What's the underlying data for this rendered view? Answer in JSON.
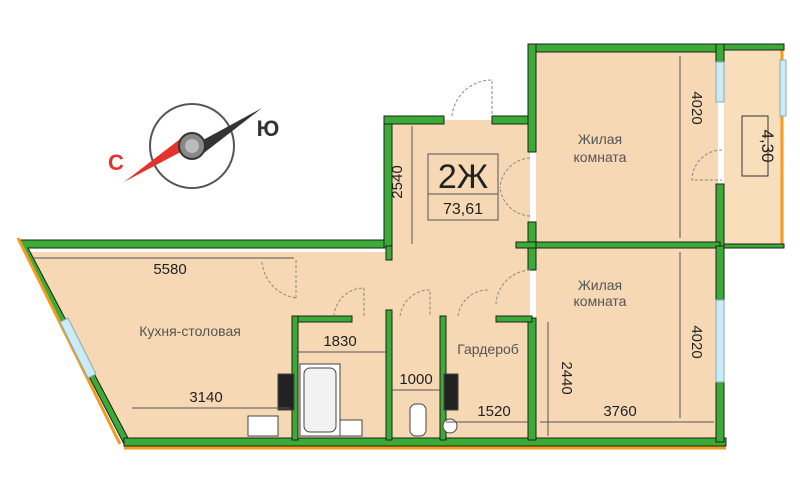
{
  "compass": {
    "south_label": "С",
    "north_label": "Ю",
    "south_color": "#e5322d",
    "north_color": "#333333"
  },
  "apartment": {
    "type": "2Ж",
    "area": "73,61"
  },
  "rooms": {
    "kitchen": "Кухня-столовая",
    "living_1": [
      "Жилая",
      "комната"
    ],
    "living_2": [
      "Жилая",
      "комната"
    ],
    "wardrobe": "Гардероб",
    "balcony_area": "4,30"
  },
  "dimensions": {
    "kitchen_width": "5580",
    "kitchen_bottom": "3140",
    "bath_width": "1830",
    "wc_width": "1000",
    "wardrobe_width": "1520",
    "room2_width": "3760",
    "room2_height_left": "2440",
    "room2_height_right": "4020",
    "room1_height": "4020",
    "hall_height": "2540"
  },
  "colors": {
    "wall": "#3aac36",
    "wall_outline": "#1f1f1f",
    "floor": "#f6d8b4",
    "balcony": "#f8deba",
    "window": "#c9ecf7",
    "orange_edge": "#f39a1f"
  }
}
